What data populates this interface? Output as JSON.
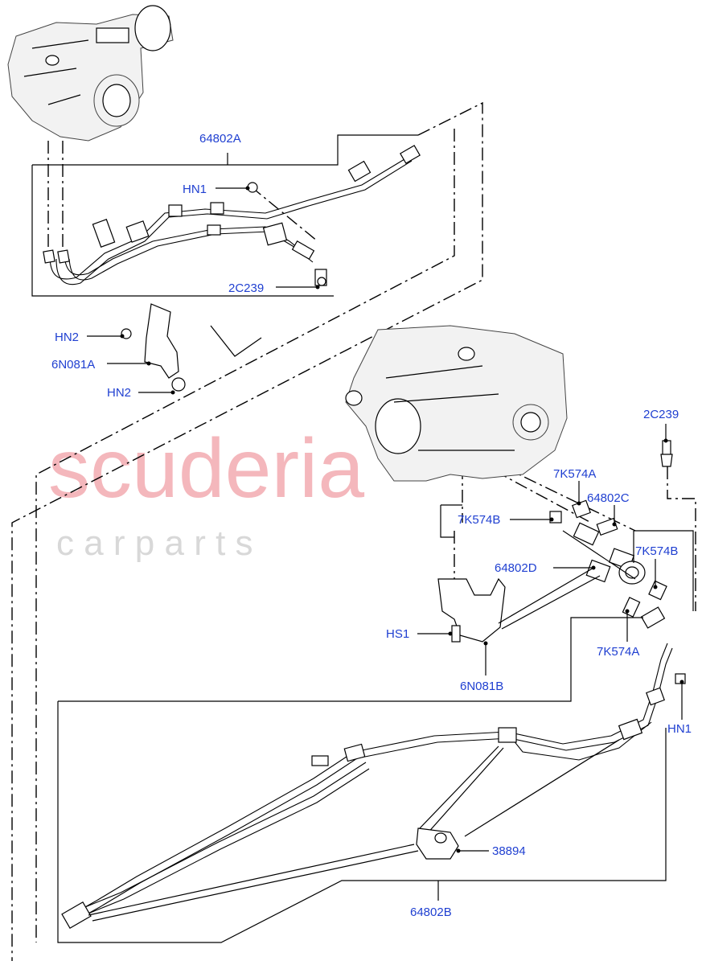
{
  "watermark": {
    "main": "scuderia",
    "sub": "c a r   p a r t s"
  },
  "labels": {
    "l64802A": "64802A",
    "hn1_top": "HN1",
    "c2c239_top": "2C239",
    "hn2_a": "HN2",
    "n6081a": "6N081A",
    "hn2_b": "HN2",
    "c2c239_right": "2C239",
    "k574a_top": "7K574A",
    "l64802C": "64802C",
    "k574b_left": "7K574B",
    "k574b_right": "7K574B",
    "l64802D": "64802D",
    "hs1": "HS1",
    "k574a_low": "7K574A",
    "n6081b": "6N081B",
    "hn1_right": "HN1",
    "p38894": "38894",
    "l64802B": "64802B"
  },
  "colors": {
    "label": "#1f3fd1",
    "watermark": "#f4b7bc",
    "line": "#000000"
  }
}
